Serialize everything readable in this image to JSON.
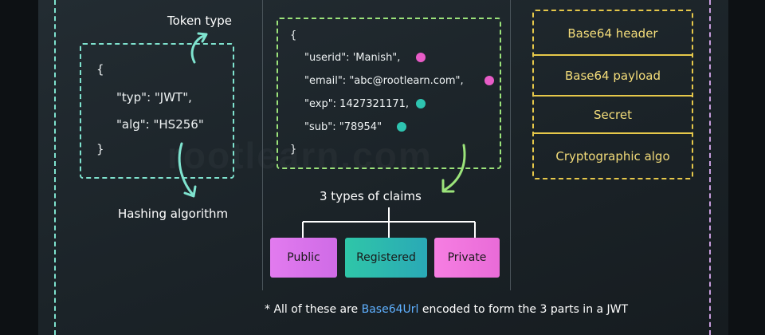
{
  "header_panel": {
    "token_type_label": "Token type",
    "hashing_label": "Hashing algorithm",
    "brace_open": "{",
    "typ_line": "\"typ\": \"JWT\",",
    "alg_line": "\"alg\": \"HS256\"",
    "brace_close": "}"
  },
  "payload_panel": {
    "brace_open": "{",
    "userid_line": "\"userid\": 'Manish\",",
    "email_line": "\"email\": \"abc@rootlearn.com\",",
    "exp_line": "\"exp\": 1427321171,",
    "sub_line": "\"sub\": \"78954\"",
    "brace_close": "}",
    "claims_label": "3 types of claims",
    "claims": [
      "Public",
      "Registered",
      "Private"
    ]
  },
  "parts_panel": {
    "parts": [
      "Base64 header",
      "Base64 payload",
      "Secret",
      "Cryptographic algo"
    ]
  },
  "footnote": {
    "prefix": "* All of these are ",
    "highlight": "Base64Url",
    "suffix": " encoded to form the 3 parts in a JWT"
  },
  "watermark": "rootlearn.com",
  "colors": {
    "header_accent": "#7fe3cf",
    "payload_accent": "#9be37a",
    "parts_accent": "#e6c84a",
    "public": "#e27bef",
    "registered": "#2fc6a8",
    "private": "#f67ee2",
    "highlight": "#5fb0ff"
  }
}
